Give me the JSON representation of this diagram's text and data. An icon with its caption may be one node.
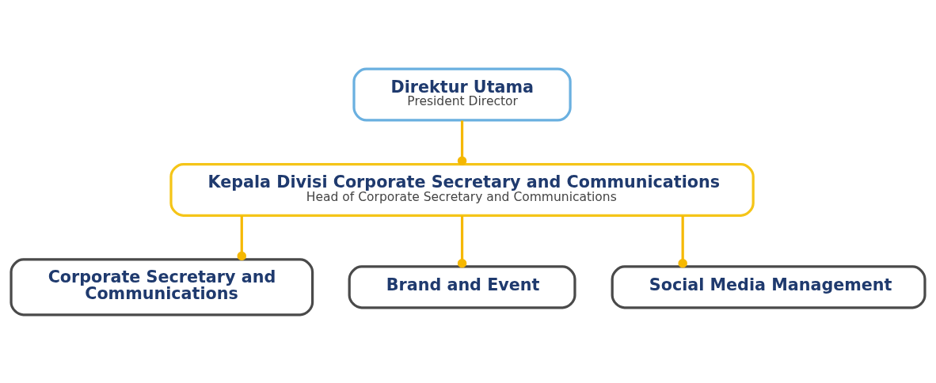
{
  "diagram": {
    "nodes": [
      {
        "text": [
          "Direktur Utama",
          "President Director"
        ]
      },
      {
        "text": [
          "Kepala Divisi Corporate Secretary and Communications",
          "Head of Corporate Secretary and Communications"
        ]
      },
      {
        "text": [
          "Corporate Secretary and Communications"
        ]
      },
      {
        "text": [
          "Brand and Event"
        ]
      },
      {
        "text": [
          "Social Media Management"
        ]
      }
    ],
    "edges": [
      {
        "from": 0,
        "to": 1,
        "arrow": "other"
      },
      {
        "from": 1,
        "to": 2,
        "arrow": "other"
      },
      {
        "from": 1,
        "to": 3,
        "arrow": "other"
      },
      {
        "from": 1,
        "to": 4,
        "arrow": "other"
      }
    ]
  }
}
